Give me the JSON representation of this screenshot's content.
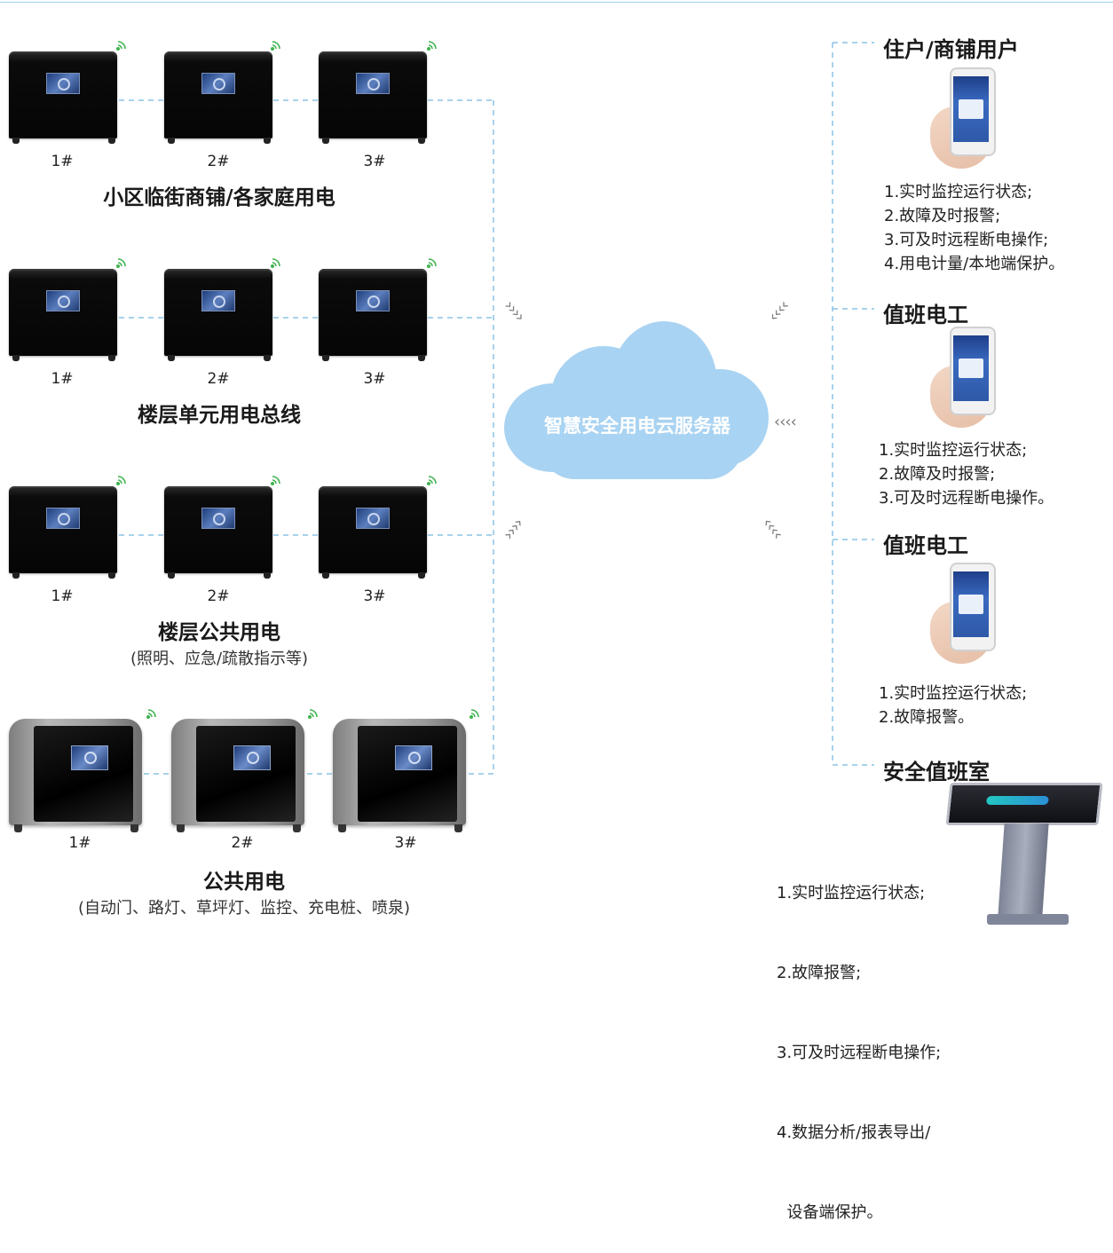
{
  "left_groups": [
    {
      "units": [
        "1#",
        "2#",
        "3#"
      ],
      "title": "小区临街商铺/各家庭用电",
      "subtitle": ""
    },
    {
      "units": [
        "1#",
        "2#",
        "3#"
      ],
      "title": "楼层单元用电总线",
      "subtitle": ""
    },
    {
      "units": [
        "1#",
        "2#",
        "3#"
      ],
      "title": "楼层公共用电",
      "subtitle": "(照明、应急/疏散指示等)"
    },
    {
      "units": [
        "1#",
        "2#",
        "3#"
      ],
      "title": "公共用电",
      "subtitle": "(自动门、路灯、草坪灯、监控、充电桩、喷泉)"
    }
  ],
  "cloud": {
    "label": "智慧安全用电云服务器"
  },
  "right_sections": [
    {
      "title": "住户/商铺用户",
      "items": [
        "1.实时监控运行状态;",
        "2.故障及时报警;",
        "3.可及时远程断电操作;",
        "4.用电计量/本地端保护。"
      ]
    },
    {
      "title": "值班电工",
      "items": [
        "1.实时监控运行状态;",
        "2.故障及时报警;",
        "3.可及时远程断电操作。"
      ]
    },
    {
      "title": "值班电工",
      "items": [
        "1.实时监控运行状态;",
        "2.故障报警。"
      ]
    },
    {
      "title": "安全值班室",
      "items": [
        "1.实时监控运行状态;",
        "2.故障报警;",
        "3.可及时远程断电操作;",
        "4.数据分析/报表导出/",
        "  设备端保护。"
      ]
    }
  ],
  "colors": {
    "line": "#8cc3e6",
    "cloud": "#a9d3f2",
    "arrow": "#7b7b7b"
  },
  "icons": [
    "wifi-signal-icon",
    "smartphone-icon",
    "kiosk-terminal-icon",
    "arrow-chevrons-icon"
  ]
}
